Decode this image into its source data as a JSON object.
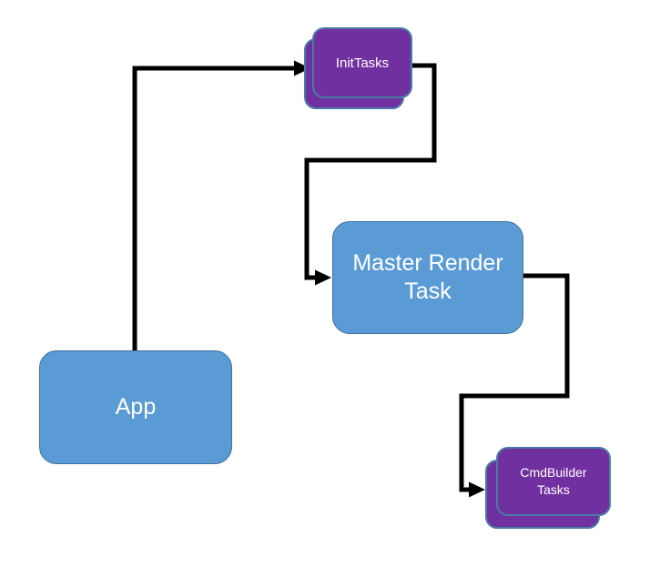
{
  "diagram": {
    "type": "flowchart",
    "background_color": "#ffffff",
    "connector_color": "#000000",
    "nodes": [
      {
        "id": "app",
        "label": "App",
        "shape": "rounded-rectangle",
        "stacked": false,
        "fill": "#5B9BD5",
        "border_color": "#41719C",
        "text_color": "#ffffff"
      },
      {
        "id": "init-tasks",
        "label": "InitTasks",
        "shape": "rounded-rectangle",
        "stacked": true,
        "fill": "#7030A0",
        "border_color": "#4A7BA7",
        "text_color": "#ffffff"
      },
      {
        "id": "master-render-task",
        "label": "Master Render Task",
        "shape": "rounded-rectangle",
        "stacked": false,
        "fill": "#5B9BD5",
        "border_color": "#41719C",
        "text_color": "#ffffff"
      },
      {
        "id": "cmd-builder-tasks",
        "label": "CmdBuilder Tasks",
        "shape": "rounded-rectangle",
        "stacked": true,
        "fill": "#7030A0",
        "border_color": "#4A7BA7",
        "text_color": "#ffffff"
      }
    ],
    "edges": [
      {
        "from": "app",
        "to": "init-tasks",
        "style": "elbow-arrow"
      },
      {
        "from": "init-tasks",
        "to": "master-render-task",
        "style": "elbow-arrow"
      },
      {
        "from": "master-render-task",
        "to": "cmd-builder-tasks",
        "style": "elbow-arrow"
      }
    ]
  }
}
